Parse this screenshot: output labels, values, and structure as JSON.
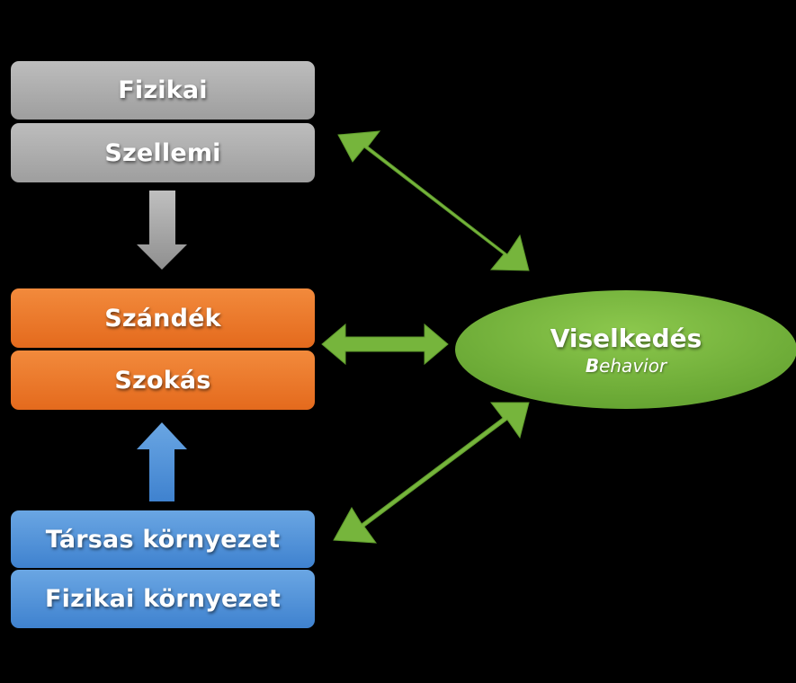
{
  "boxes": {
    "fizikai": "Fizikai",
    "szellemi": "Szellemi",
    "szandek": "Szándék",
    "szokas": "Szokás",
    "tarsas": "Társas környezet",
    "fizikai_kornyezet": "Fizikai környezet"
  },
  "ellipse": {
    "title": "Viselkedés",
    "subtitle_initial": "B",
    "subtitle_rest": "ehavior"
  },
  "colors": {
    "background": "#000000",
    "gray": "#a8a8a8",
    "orange": "#ea7428",
    "blue": "#4a8bd6",
    "green": "#76b53c"
  }
}
